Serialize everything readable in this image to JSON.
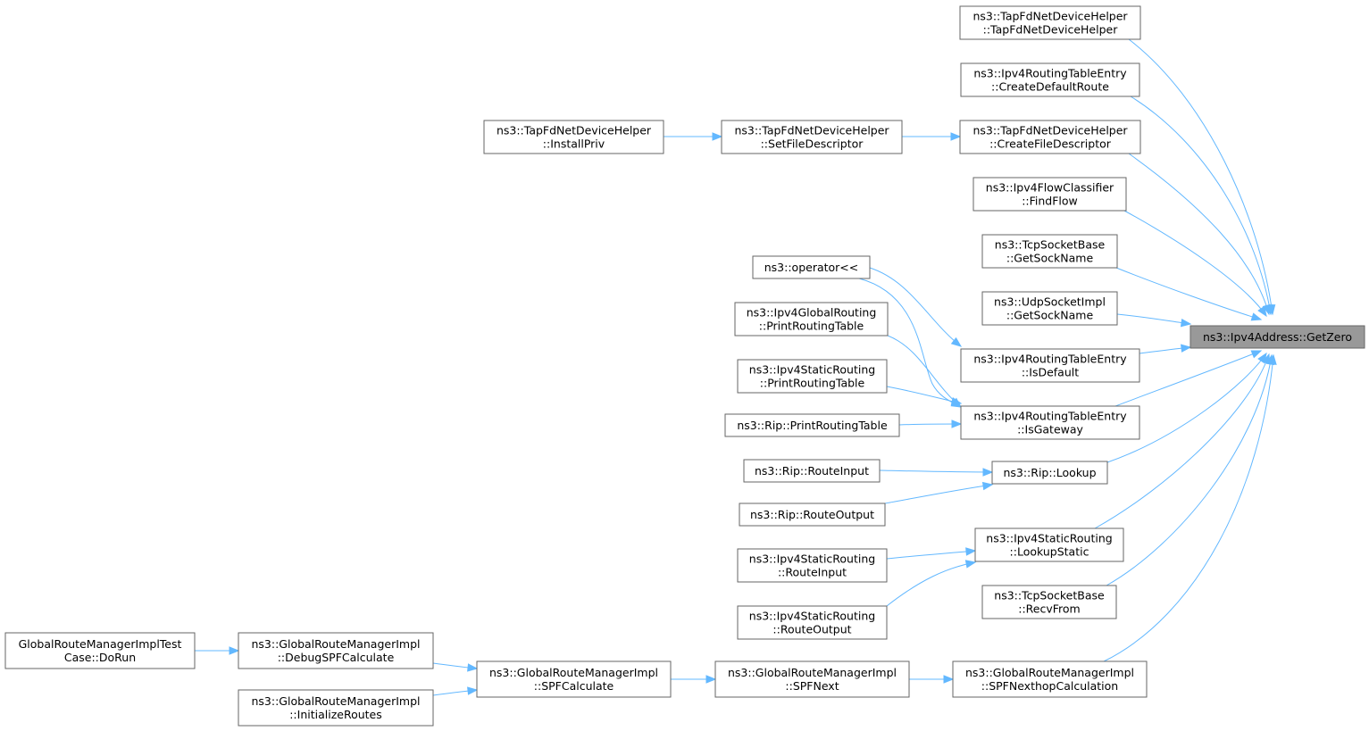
{
  "graph": {
    "root": "n0",
    "colors": {
      "edge": "#63b8ff",
      "node_border": "#666666",
      "root_fill": "#999999",
      "node_fill": "#ffffff"
    },
    "nodes": {
      "n0": {
        "lines": [
          "ns3::Ipv4Address::GetZero"
        ]
      },
      "n1": {
        "lines": [
          "ns3::TapFdNetDeviceHelper",
          "::TapFdNetDeviceHelper"
        ]
      },
      "n2": {
        "lines": [
          "ns3::Ipv4RoutingTableEntry",
          "::CreateDefaultRoute"
        ]
      },
      "n3": {
        "lines": [
          "ns3::TapFdNetDeviceHelper",
          "::CreateFileDescriptor"
        ]
      },
      "n4": {
        "lines": [
          "ns3::TapFdNetDeviceHelper",
          "::SetFileDescriptor"
        ]
      },
      "n5": {
        "lines": [
          "ns3::TapFdNetDeviceHelper",
          "::InstallPriv"
        ]
      },
      "n6": {
        "lines": [
          "ns3::Ipv4FlowClassifier",
          "::FindFlow"
        ]
      },
      "n7": {
        "lines": [
          "ns3::TcpSocketBase",
          "::GetSockName"
        ]
      },
      "n8": {
        "lines": [
          "ns3::UdpSocketImpl",
          "::GetSockName"
        ]
      },
      "n9": {
        "lines": [
          "ns3::Ipv4RoutingTableEntry",
          "::IsDefault"
        ]
      },
      "n10": {
        "lines": [
          "ns3::operator<<"
        ]
      },
      "n11": {
        "lines": [
          "ns3::Ipv4RoutingTableEntry",
          "::IsGateway"
        ]
      },
      "n12": {
        "lines": [
          "ns3::Ipv4GlobalRouting",
          "::PrintRoutingTable"
        ]
      },
      "n13": {
        "lines": [
          "ns3::Ipv4StaticRouting",
          "::PrintRoutingTable"
        ]
      },
      "n14": {
        "lines": [
          "ns3::Rip::PrintRoutingTable"
        ]
      },
      "n15": {
        "lines": [
          "ns3::Rip::Lookup"
        ]
      },
      "n16": {
        "lines": [
          "ns3::Rip::RouteInput"
        ]
      },
      "n17": {
        "lines": [
          "ns3::Rip::RouteOutput"
        ]
      },
      "n18": {
        "lines": [
          "ns3::Ipv4StaticRouting",
          "::LookupStatic"
        ]
      },
      "n19": {
        "lines": [
          "ns3::Ipv4StaticRouting",
          "::RouteInput"
        ]
      },
      "n20": {
        "lines": [
          "ns3::Ipv4StaticRouting",
          "::RouteOutput"
        ]
      },
      "n21": {
        "lines": [
          "ns3::TcpSocketBase",
          "::RecvFrom"
        ]
      },
      "n22": {
        "lines": [
          "ns3::GlobalRouteManagerImpl",
          "::SPFNexthopCalculation"
        ]
      },
      "n23": {
        "lines": [
          "ns3::GlobalRouteManagerImpl",
          "::SPFNext"
        ]
      },
      "n24": {
        "lines": [
          "ns3::GlobalRouteManagerImpl",
          "::SPFCalculate"
        ]
      },
      "n25": {
        "lines": [
          "ns3::GlobalRouteManagerImpl",
          "::DebugSPFCalculate"
        ]
      },
      "n26": {
        "lines": [
          "GlobalRouteManagerImplTest",
          "Case::DoRun"
        ]
      },
      "n27": {
        "lines": [
          "ns3::GlobalRouteManagerImpl",
          "::InitializeRoutes"
        ]
      }
    },
    "edges": [
      [
        "n1",
        "n0"
      ],
      [
        "n2",
        "n0"
      ],
      [
        "n3",
        "n0"
      ],
      [
        "n4",
        "n3"
      ],
      [
        "n5",
        "n4"
      ],
      [
        "n6",
        "n0"
      ],
      [
        "n7",
        "n0"
      ],
      [
        "n8",
        "n0"
      ],
      [
        "n9",
        "n0"
      ],
      [
        "n10",
        "n9"
      ],
      [
        "n11",
        "n0"
      ],
      [
        "n10",
        "n11"
      ],
      [
        "n12",
        "n11"
      ],
      [
        "n13",
        "n11"
      ],
      [
        "n14",
        "n11"
      ],
      [
        "n15",
        "n0"
      ],
      [
        "n16",
        "n15"
      ],
      [
        "n17",
        "n15"
      ],
      [
        "n18",
        "n0"
      ],
      [
        "n19",
        "n18"
      ],
      [
        "n20",
        "n18"
      ],
      [
        "n21",
        "n0"
      ],
      [
        "n22",
        "n0"
      ],
      [
        "n23",
        "n22"
      ],
      [
        "n24",
        "n23"
      ],
      [
        "n25",
        "n24"
      ],
      [
        "n26",
        "n25"
      ],
      [
        "n27",
        "n24"
      ]
    ]
  }
}
